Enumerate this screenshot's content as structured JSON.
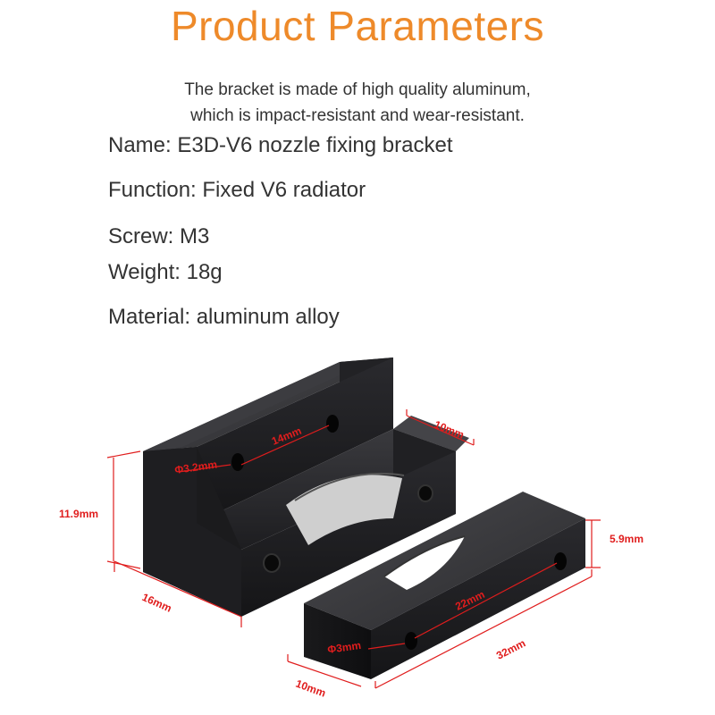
{
  "title": "Product Parameters",
  "description": {
    "line1": "The bracket is made of high quality aluminum,",
    "line2": "which is impact-resistant and wear-resistant."
  },
  "params": [
    "Name: E3D-V6 nozzle fixing bracket",
    "Function: Fixed V6 radiator",
    "Screw: M3",
    "Weight: 18g",
    "Material: aluminum alloy"
  ],
  "dimensions": {
    "hole_spacing_top": "14mm",
    "hole_dia_top": "Φ3.2mm",
    "depth_top": "10mm",
    "height_top": "11.9mm",
    "width_top": "16mm",
    "height_bottom": "5.9mm",
    "hole_spacing_bottom": "22mm",
    "hole_dia_bottom": "Φ3mm",
    "length_bottom": "32mm",
    "width_bottom": "10mm"
  },
  "colors": {
    "title": "#ee8a2a",
    "text": "#333333",
    "dimension": "#e01d1d",
    "part": "#1c1c1e"
  }
}
